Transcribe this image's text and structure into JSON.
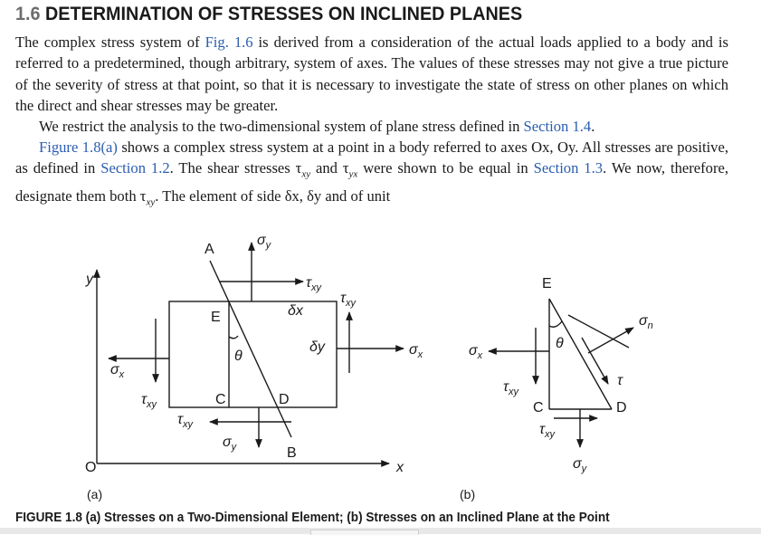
{
  "section": {
    "number": "1.6",
    "title": "DETERMINATION OF STRESSES ON INCLINED PLANES"
  },
  "para1": {
    "t1": "The complex stress system of ",
    "link1": "Fig. 1.6",
    "t2": " is derived from a consideration of the actual loads applied to a body and is referred to a predetermined, though arbitrary, system of axes. The values of these stresses may not give a true picture of the severity of stress at that point, so that it is necessary to investigate the state of stress on other planes on which the direct and shear stresses may be greater."
  },
  "para2": {
    "t1": "We restrict the analysis to the two-dimensional system of plane stress defined in ",
    "link1": "Section 1.4",
    "t2": "."
  },
  "para3": {
    "link1": "Figure 1.8(a)",
    "t1": " shows a complex stress system at a point in a body referred to axes Ox, Oy. All stresses are positive, as defined in ",
    "link2": "Section 1.2",
    "t2": ". The shear stresses τ",
    "sub_xy": "xy",
    "t3": " and τ",
    "sub_yx": "yx",
    "t4": " were shown to be equal in ",
    "link3": "Section 1.3",
    "t5": ". We now, therefore, designate them both τ",
    "sub_xy2": "xy",
    "t6": ". The element of side δx, δy and of unit"
  },
  "figure": {
    "a": {
      "axis_y": "y",
      "axis_x": "x",
      "origin": "O",
      "pt_A": "A",
      "pt_B": "B",
      "pt_C": "C",
      "pt_D": "D",
      "pt_E": "E",
      "theta": "θ",
      "sigma": "σ",
      "tau": "τ",
      "sub_x": "x",
      "sub_y": "y",
      "sub_xy": "xy",
      "delta_x": "δx",
      "delta_y": "δy",
      "sublabel": "(a)"
    },
    "b": {
      "pt_E": "E",
      "pt_C": "C",
      "pt_D": "D",
      "theta": "θ",
      "sigma": "σ",
      "tau": "τ",
      "sub_x": "x",
      "sub_y": "y",
      "sub_n": "n",
      "sub_xy": "xy",
      "sublabel": "(b)"
    }
  },
  "caption": "FIGURE 1.8 (a) Stresses on a Two-Dimensional Element; (b) Stresses on an Inclined Plane at the Point"
}
